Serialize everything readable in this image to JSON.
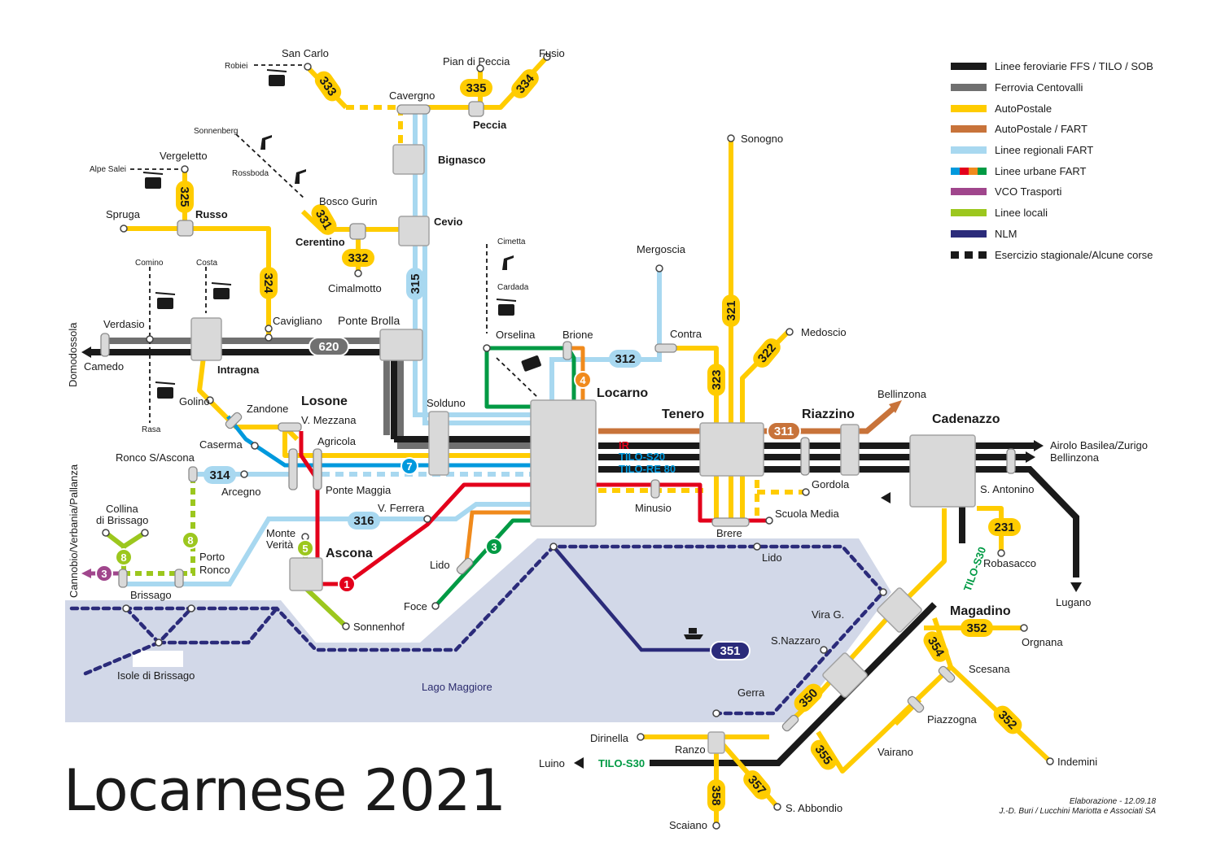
{
  "title": "Locarnese 2021",
  "credit": {
    "line1": "Elaborazione - 12.09.18",
    "line2": "J.-D. Buri / Lucchini Mariotta e Associati SA"
  },
  "colors": {
    "rail": "#1a1a1a",
    "centovalli": "#707070",
    "autopostale": "#ffcc00",
    "fart_ap": "#c8733a",
    "fart_regional": "#a8d8f0",
    "vco": "#a0468c",
    "local": "#9cc71e",
    "nlm": "#2b2b7a",
    "lake": "#d2d8e8",
    "line1": "#e3001b",
    "line3": "#009a44",
    "line4": "#f08a1c",
    "line7": "#0099dd"
  },
  "legend": [
    {
      "label": "Linee feroviarie FFS / TILO / SOB",
      "type": "rail"
    },
    {
      "label": "Ferrovia Centovalli",
      "type": "centovalli"
    },
    {
      "label": "AutoPostale",
      "type": "autopostale"
    },
    {
      "label": "AutoPostale / FART",
      "type": "fart_ap"
    },
    {
      "label": "Linee regionali FART",
      "type": "fart_regional"
    },
    {
      "label": "Linee urbane FART",
      "type": "urban"
    },
    {
      "label": "VCO Trasporti",
      "type": "vco"
    },
    {
      "label": "Linee locali",
      "type": "local"
    },
    {
      "label": "NLM",
      "type": "nlm"
    },
    {
      "label": "Esercizio stagionale/Alcune corse",
      "type": "seasonal"
    }
  ],
  "trains": {
    "ir": "IR",
    "s20": "TILO-S20",
    "re80": "TILO-RE 80",
    "s30": "TILO-S30",
    "s30_luino": "TILO-S30"
  },
  "lake": "Lago Maggiore",
  "side_labels": {
    "domodossola": "Domodossola",
    "cannobio": "Cannobio/Verbania/Pallanza"
  },
  "hubs": {
    "locarno": "Locarno",
    "ponte_brolla": "Ponte Brolla",
    "losone": "Losone",
    "ascona": "Ascona",
    "tenero": "Tenero",
    "riazzino": "Riazzino",
    "cadenazzo": "Cadenazzo",
    "magadino": "Magadino",
    "intragna": "Intragna",
    "bignasco": "Bignasco",
    "cevio": "Cevio",
    "russo": "Russo",
    "peccia": "Peccia",
    "cerentino": "Cerentino"
  },
  "stops": {
    "san_carlo": "San Carlo",
    "robiei": "Robiei",
    "piandipeccia": "Pian di Peccia",
    "fusio": "Fusio",
    "cavergno": "Cavergno",
    "sonnenberg": "Sonnenberg",
    "rossboda": "Rossboda",
    "bosco": "Bosco Gurin",
    "cimalmotto": "Cimalmotto",
    "vergeletto": "Vergeletto",
    "alpe_salei": "Alpe Salei",
    "spruga": "Spruga",
    "comino": "Comino",
    "costa": "Costa",
    "verdasio": "Verdasio",
    "camedo": "Camedo",
    "rasa": "Rasa",
    "cavigliano": "Cavigliano",
    "golino": "Golino",
    "zandone": "Zandone",
    "v_mezzana": "V. Mezzana",
    "agricola": "Agricola",
    "caserma": "Caserma",
    "ronco": "Ronco S/Ascona",
    "arcegno": "Arcegno",
    "ponte_maggia": "Ponte Maggia",
    "collina": "Collina\ndi Brissago",
    "porto_ronco": "Porto\nRonco",
    "brissago": "Brissago",
    "monte_verita": "Monte\nVerità",
    "sonnenhof": "Sonnenhof",
    "isole": "Isole di Brissago",
    "v_ferrera": "V. Ferrera",
    "lido_asc": "Lido",
    "foce": "Foce",
    "solduno": "Solduno",
    "cimetta": "Cimetta",
    "cardada": "Cardada",
    "orselina": "Orselina",
    "brione": "Brione",
    "mergoscia": "Mergoscia",
    "contra": "Contra",
    "sonogno": "Sonogno",
    "medoscio": "Medoscio",
    "bellinzona_n": "Bellinzona",
    "airolo": "Airolo Basilea/Zurigo",
    "bellinzona_e": "Bellinzona",
    "gordola": "Gordola",
    "minusio": "Minusio",
    "scuola_media": "Scuola Media",
    "brere": "Brere",
    "lido_ten": "Lido",
    "s_antonino": "S. Antonino",
    "robasacco": "Robasacco",
    "lugano": "Lugano",
    "vira": "Vira G.",
    "s_nazzaro": "S.Nazzaro",
    "orgnana": "Orgnana",
    "scesana": "Scesana",
    "gerra": "Gerra",
    "piazzogna": "Piazzogna",
    "vairano": "Vairano",
    "indemini": "Indemini",
    "dirinella": "Dirinella",
    "ranzo": "Ranzo",
    "luino": "Luino",
    "s_abbondio": "S. Abbondio",
    "scaiano": "Scaiano"
  },
  "routes": {
    "r333": "333",
    "r335": "335",
    "r334": "334",
    "r325": "325",
    "r331": "331",
    "r332": "332",
    "r324": "324",
    "r315": "315",
    "r620": "620",
    "r321": "321",
    "r322": "322",
    "r323": "323",
    "r312": "312",
    "r311": "311",
    "r314": "314",
    "r316": "316",
    "r231": "231",
    "r351": "351",
    "r352a": "352",
    "r352b": "352",
    "r354": "354",
    "r350": "350",
    "r355": "355",
    "r357": "357",
    "r358": "358",
    "u1": "1",
    "u3": "3",
    "u4": "4",
    "u7": "7",
    "l5": "5",
    "l8a": "8",
    "l8b": "8",
    "vco3": "3"
  }
}
